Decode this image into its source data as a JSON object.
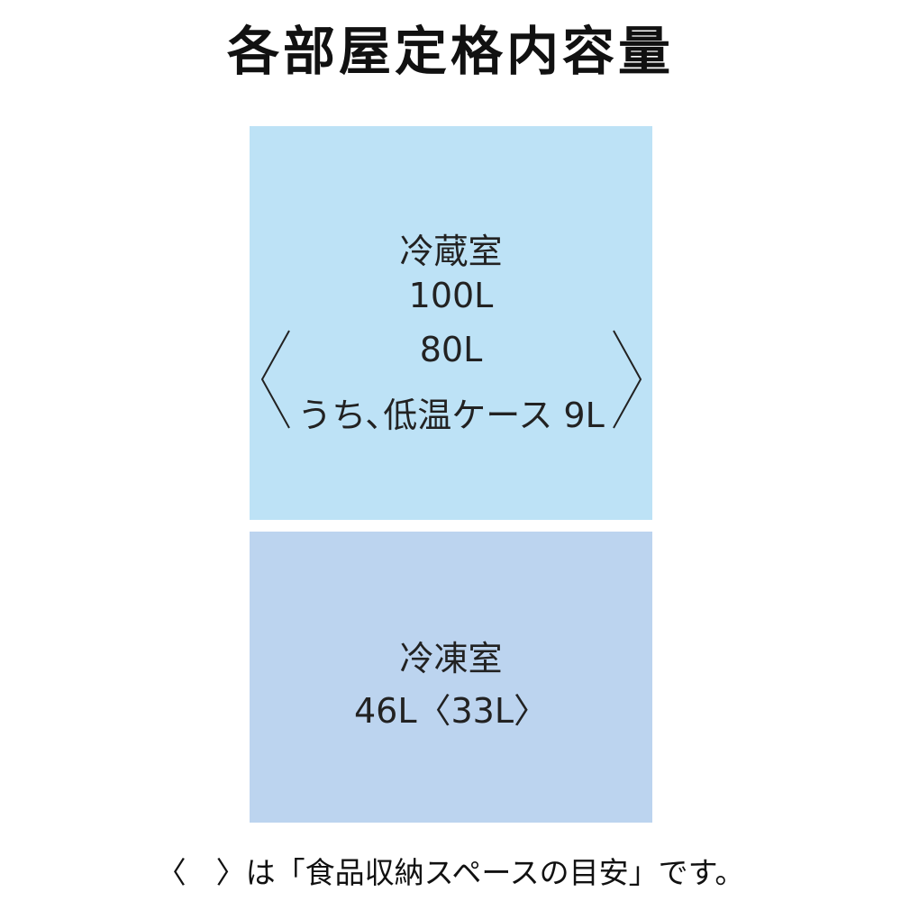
{
  "title": "各部屋定格内容量",
  "colors": {
    "fridge": "#bde2f6",
    "freezer": "#bcd4ef"
  },
  "fridge": {
    "name": "冷蔵室",
    "rated": "100L",
    "storage": "80L",
    "sub": "うち､低温ケース 9L"
  },
  "freezer": {
    "name": "冷凍室",
    "capacity": "46L〈33L〉"
  },
  "footer": "〈　〉は「食品収納スペースの目安」です。"
}
